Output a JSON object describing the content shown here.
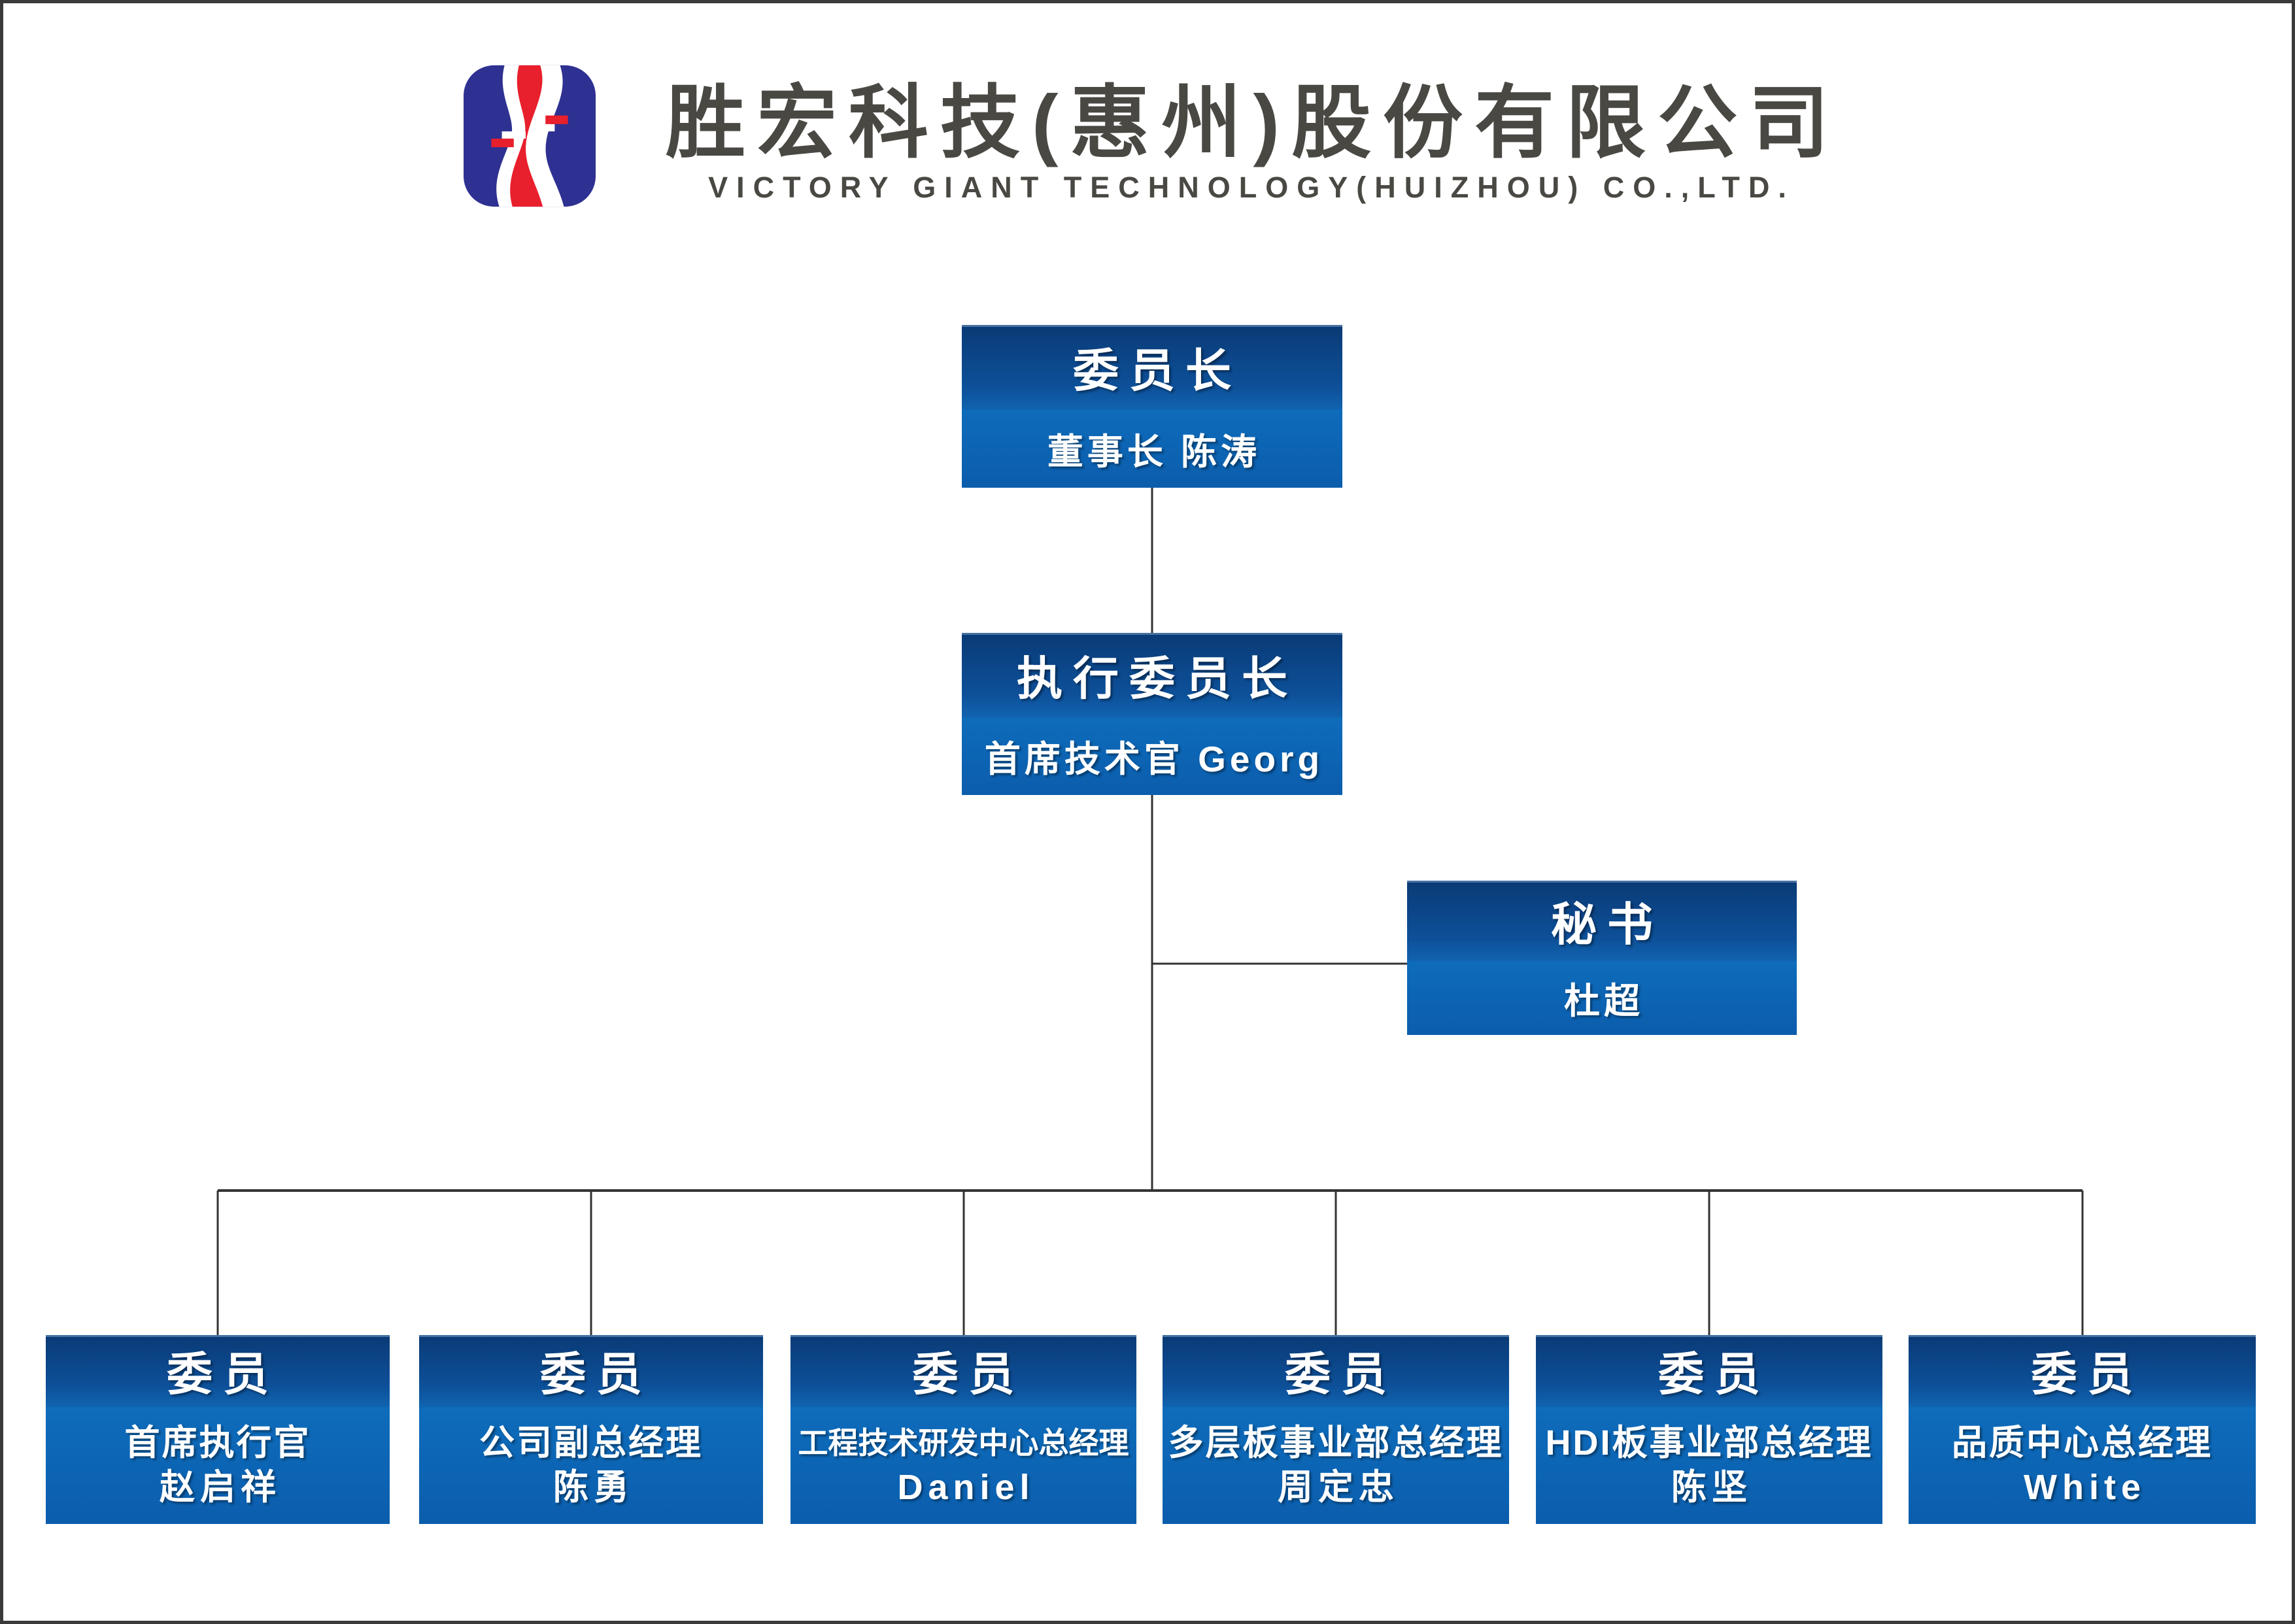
{
  "header": {
    "company_name_zh": "胜宏科技(惠州)股份有限公司",
    "company_name_en": "VICTORY GIANT TECHNOLOGY(HUIZHOU) CO.,LTD.",
    "logo": {
      "blue": "#2e3192",
      "red": "#e81f2c",
      "white": "#ffffff"
    }
  },
  "org": {
    "chairman": {
      "title": "委员长",
      "subtitle": "董事长 陈涛"
    },
    "exec_chairman": {
      "title": "执行委员长",
      "subtitle": "首席技术官 Georg"
    },
    "secretary": {
      "title": "秘书",
      "subtitle": "杜超"
    },
    "members": [
      {
        "title": "委员",
        "role": "首席执行官",
        "person": "赵启祥"
      },
      {
        "title": "委员",
        "role": "公司副总经理",
        "person": "陈勇"
      },
      {
        "title": "委员",
        "role": "工程技术研发中心总经理",
        "person": "Daniel"
      },
      {
        "title": "委员",
        "role": "多层板事业部总经理",
        "person": "周定忠"
      },
      {
        "title": "委员",
        "role": "HDI板事业部总经理",
        "person": "陈坚"
      },
      {
        "title": "委员",
        "role": "品质中心总经理",
        "person": "White"
      }
    ]
  },
  "style": {
    "node_blue_top": "#0a3a75",
    "node_blue_bottom": "#0c63b2",
    "line_color": "#333333",
    "title_gray": "#4a4843",
    "border_color": "#3a3a3a"
  }
}
